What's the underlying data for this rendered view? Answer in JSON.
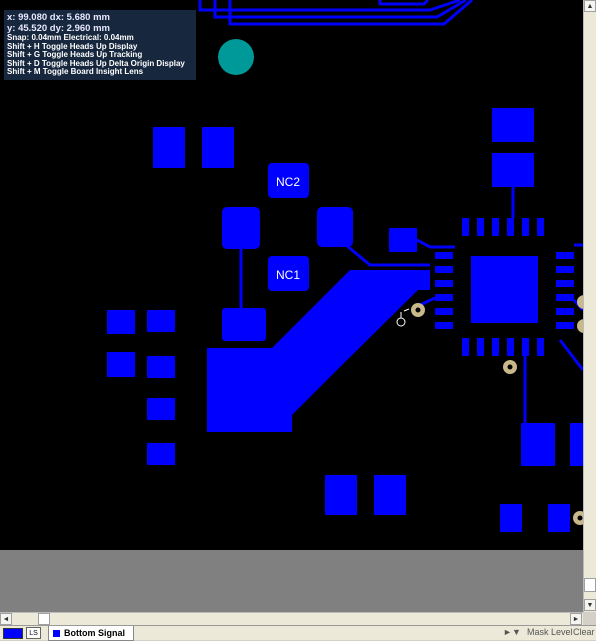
{
  "hud": {
    "line1": "x: 99.080   dx:  5.680 mm",
    "line2": "y: 45.520   dy:  2.960  mm",
    "snap": "Snap: 0.04mm Electrical: 0.04mm",
    "shortcuts": [
      "Shift + H   Toggle Heads Up Display",
      "Shift + G   Toggle Heads Up Tracking",
      "Shift + D   Toggle Heads Up Delta Origin Display",
      "Shift + M   Toggle Board Insight Lens"
    ]
  },
  "board": {
    "labels": [
      "NC2",
      "NC1"
    ],
    "colors": {
      "copper": "#0000ff",
      "background": "#000000",
      "keepout": "#808080",
      "via_ring": "#c8b88a",
      "pad_round": "#009999"
    }
  },
  "statusbar": {
    "ls_label": "LS",
    "layer_tab": "Bottom Signal",
    "mask_level": "Mask Level",
    "clear": "Clear"
  },
  "icons": {
    "scroll_up": "▲",
    "scroll_down": "▼",
    "scroll_left": "◄",
    "scroll_right": "►",
    "nav_left": "◄",
    "nav_right": "►",
    "filter": "▼"
  }
}
